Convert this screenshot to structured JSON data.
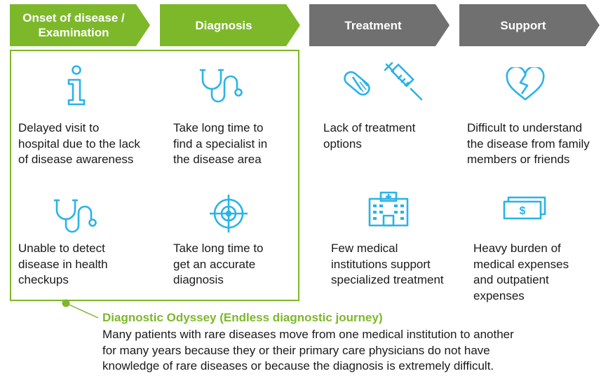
{
  "stages": [
    {
      "label_lines": [
        "Onset of disease /",
        "Examination"
      ],
      "color": "#7db82a"
    },
    {
      "label_lines": [
        "Diagnosis"
      ],
      "color": "#7db82a"
    },
    {
      "label_lines": [
        "Treatment"
      ],
      "color": "#707070"
    },
    {
      "label_lines": [
        "Support"
      ],
      "color": "#707070"
    }
  ],
  "items": {
    "delayed_visit": [
      "Delayed visit to",
      "hospital due to the lack",
      "of disease awareness"
    ],
    "find_specialist": [
      "Take long time to",
      "find a specialist in",
      "the disease area"
    ],
    "lack_treatment": [
      "Lack of treatment",
      "options"
    ],
    "difficult_understand": [
      "Difficult to understand",
      "the disease from family",
      "members or friends"
    ],
    "unable_detect": [
      "Unable to detect",
      "disease in health",
      "checkups"
    ],
    "accurate_diagnosis": [
      "Take long time to",
      "get an accurate",
      "diagnosis"
    ],
    "few_institutions": [
      "Few medical",
      "institutions support",
      "specialized treatment"
    ],
    "heavy_burden": [
      "Heavy burden of",
      "medical expenses",
      "and outpatient",
      "expenses"
    ]
  },
  "icons": {
    "info": "info-icon",
    "stethoscope": "stethoscope-icon",
    "pill": "pill-icon",
    "syringe": "syringe-icon",
    "broken_heart": "broken-heart-icon",
    "crosshair": "crosshair-icon",
    "hospital": "hospital-icon",
    "money": "money-icon"
  },
  "callout": {
    "title": "Diagnostic Odyssey (Endless diagnostic journey)",
    "body_lines": [
      "Many patients with rare diseases move from one medical institution to another",
      "for many years because they or their primary care physicians do not have",
      "knowledge of rare diseases or because the diagnosis is extremely difficult."
    ]
  },
  "colors": {
    "green": "#7db82a",
    "gray": "#707070",
    "icon_blue": "#29b3e8",
    "text": "#1a1a1a"
  }
}
